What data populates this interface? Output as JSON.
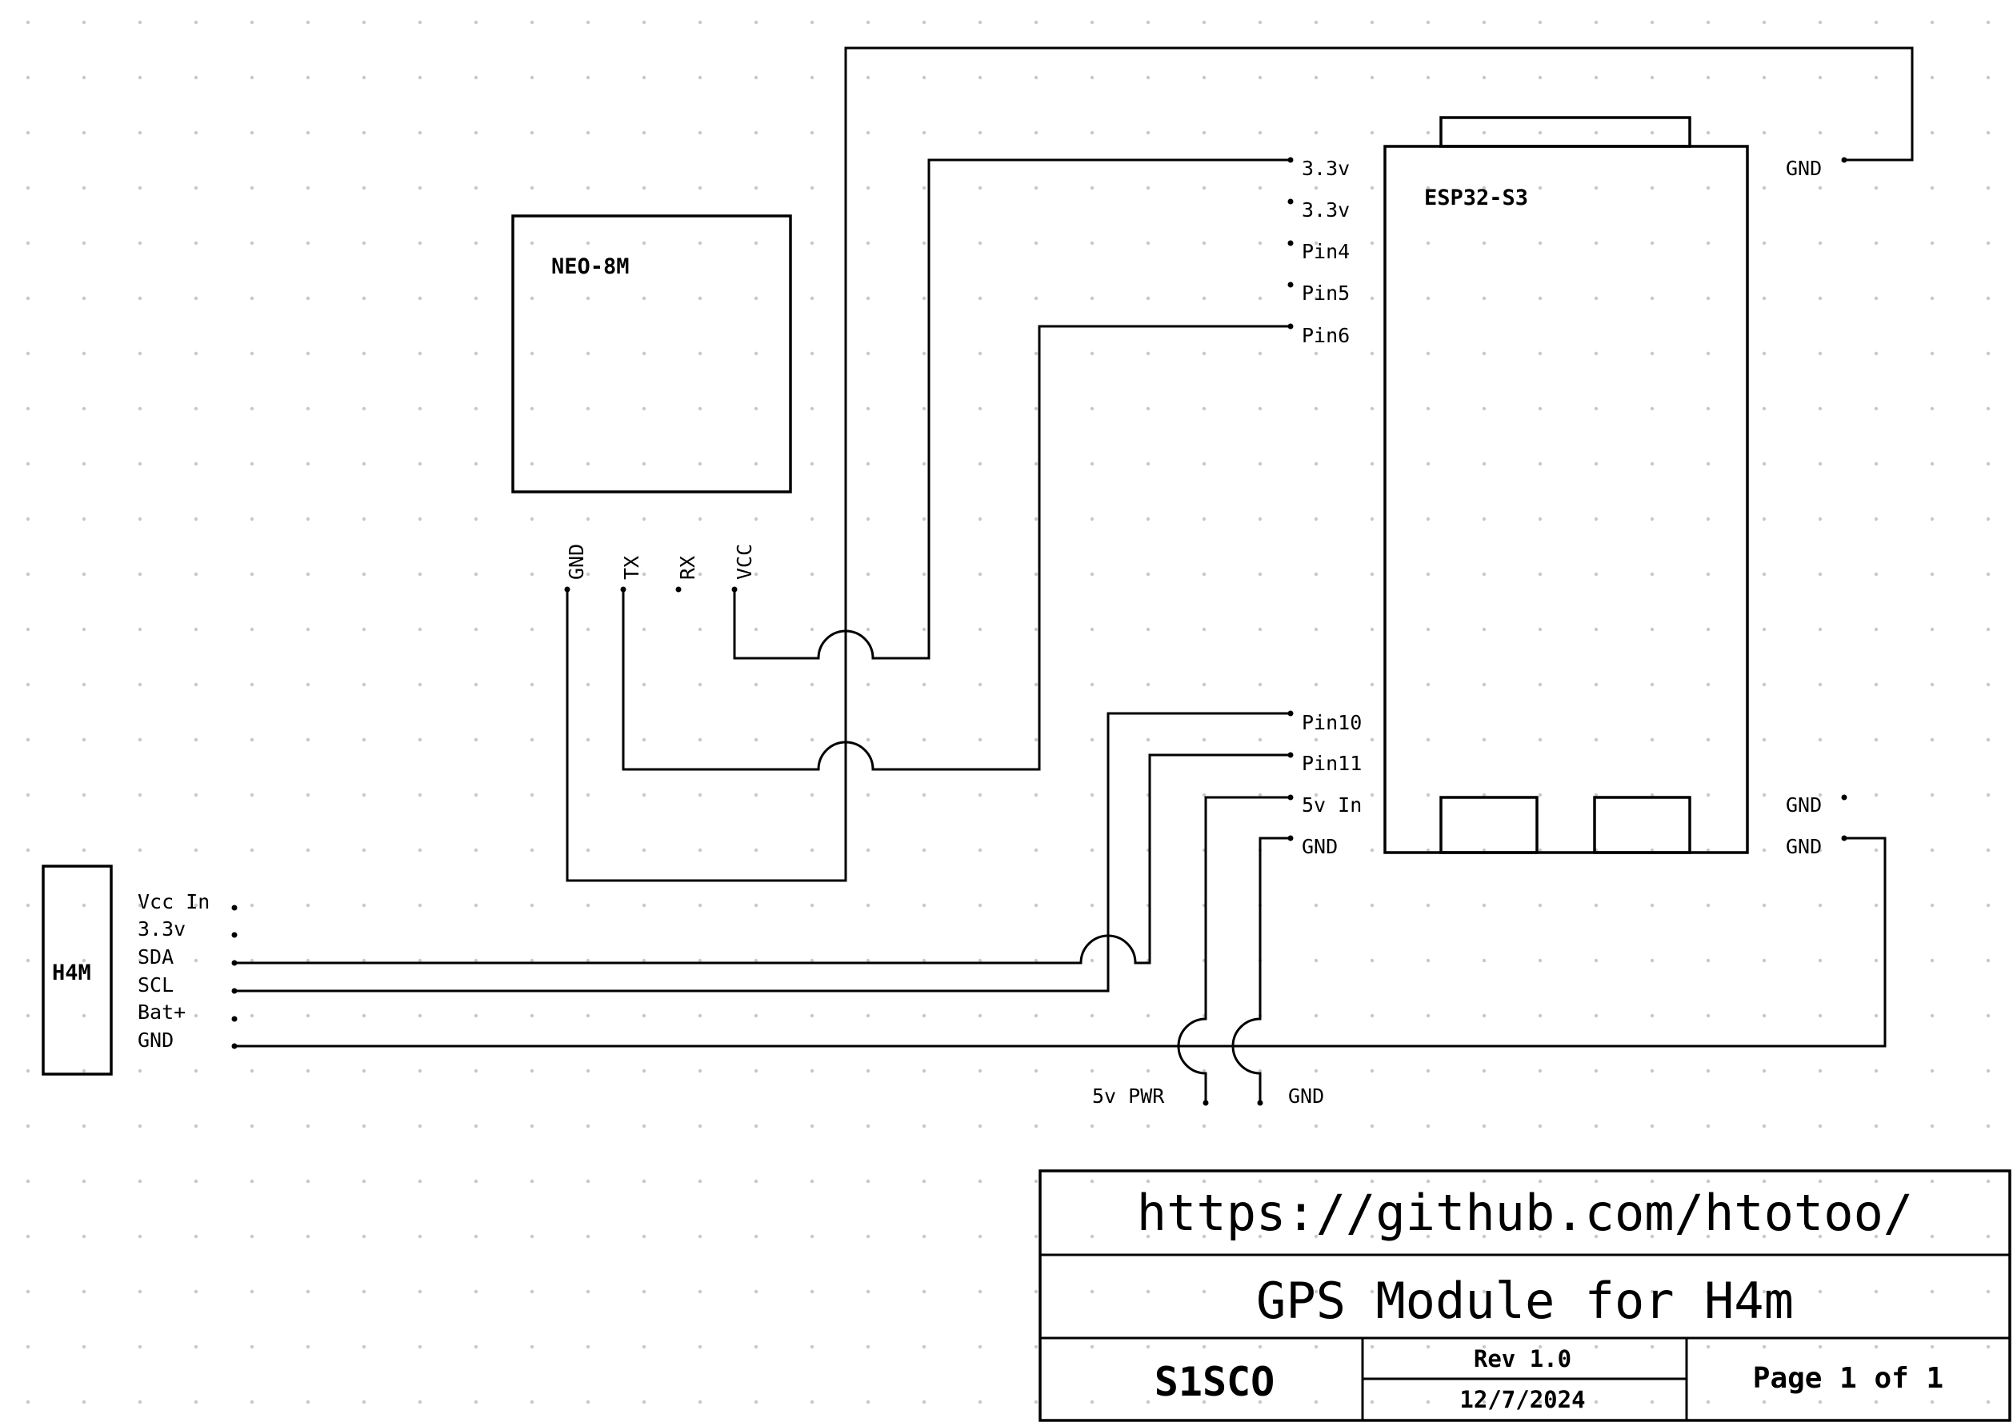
{
  "components": {
    "gps": {
      "name": "NEO-8M",
      "pins": [
        "GND",
        "TX",
        "RX",
        "VCC"
      ]
    },
    "mcu": {
      "name": "ESP32-S3",
      "left_pins": [
        "3.3v",
        "3.3v",
        "Pin4",
        "Pin5",
        "Pin6",
        "Pin10",
        "Pin11",
        "5v In",
        "GND"
      ],
      "right_pins": [
        "GND",
        "GND",
        "GND"
      ]
    },
    "host": {
      "name": "H4M",
      "pins": [
        "Vcc In",
        "3.3v",
        "SDA",
        "SCL",
        "Bat+",
        "GND"
      ]
    }
  },
  "external_labels": {
    "power": "5v PWR",
    "ground": "GND"
  },
  "title_block": {
    "url": "https://github.com/htotoo/",
    "title": "GPS Module for H4m",
    "author": "S1SCO",
    "revision": "Rev 1.0",
    "date": "12/7/2024",
    "page": "Page 1 of 1"
  }
}
